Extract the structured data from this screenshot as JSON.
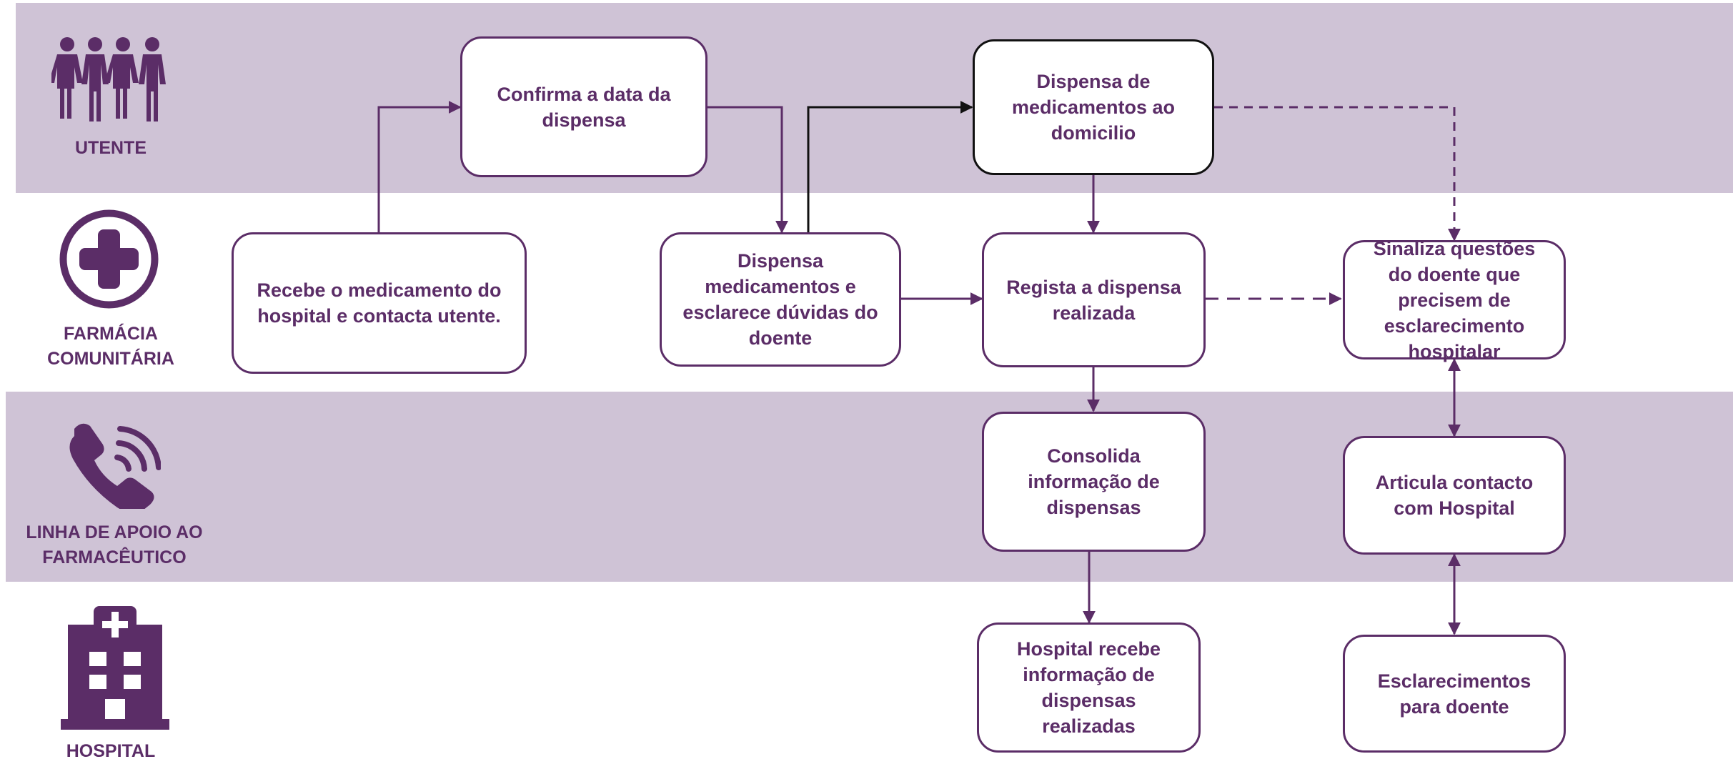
{
  "colors": {
    "lane_band": "#cfc3d6",
    "accent": "#5b2d67",
    "emphasis_border": "#111111",
    "background": "#ffffff"
  },
  "lanes": [
    {
      "id": "utente",
      "label": "UTENTE",
      "icon": "people-group-icon"
    },
    {
      "id": "farmacia",
      "label": "FARMÁCIA COMUNITÁRIA",
      "icon": "pharmacy-cross-icon"
    },
    {
      "id": "linha",
      "label": "LINHA DE APOIO AO FARMACÊUTICO",
      "icon": "phone-icon"
    },
    {
      "id": "hospital",
      "label": "HOSPITAL",
      "icon": "hospital-building-icon"
    }
  ],
  "nodes": {
    "recebe_medicamento": "Recebe o medicamento do hospital e contacta utente.",
    "confirma_data": "Confirma a data da dispensa",
    "dispensa_esclarece": "Dispensa medicamentos  e esclarece dúvidas do doente",
    "dispensa_domicilio": "Dispensa de medicamentos ao domicilio",
    "regista_dispensa": "Regista a dispensa realizada",
    "sinaliza_questoes": "Sinaliza questões do doente que precisem de esclarecimento hospitalar",
    "consolida_informacao": "Consolida informação de dispensas",
    "articula_contacto": "Articula contacto com Hospital",
    "hospital_recebe": "Hospital recebe informação de dispensas realizadas",
    "esclarecimentos": "Esclarecimentos para doente"
  },
  "edges": [
    {
      "from": "recebe_medicamento",
      "to": "confirma_data",
      "style": "solid"
    },
    {
      "from": "confirma_data",
      "to": "dispensa_esclarece",
      "style": "solid"
    },
    {
      "from": "dispensa_esclarece",
      "to": "dispensa_domicilio",
      "style": "solid"
    },
    {
      "from": "dispensa_esclarece",
      "to": "regista_dispensa",
      "style": "solid"
    },
    {
      "from": "dispensa_domicilio",
      "to": "regista_dispensa",
      "style": "solid"
    },
    {
      "from": "dispensa_domicilio",
      "to": "sinaliza_questoes",
      "style": "dashed"
    },
    {
      "from": "regista_dispensa",
      "to": "sinaliza_questoes",
      "style": "dashed"
    },
    {
      "from": "regista_dispensa",
      "to": "consolida_informacao",
      "style": "solid"
    },
    {
      "from": "consolida_informacao",
      "to": "hospital_recebe",
      "style": "solid"
    },
    {
      "from": "sinaliza_questoes",
      "to": "articula_contacto",
      "style": "solid-bidirectional"
    },
    {
      "from": "articula_contacto",
      "to": "esclarecimentos",
      "style": "solid-bidirectional"
    }
  ]
}
